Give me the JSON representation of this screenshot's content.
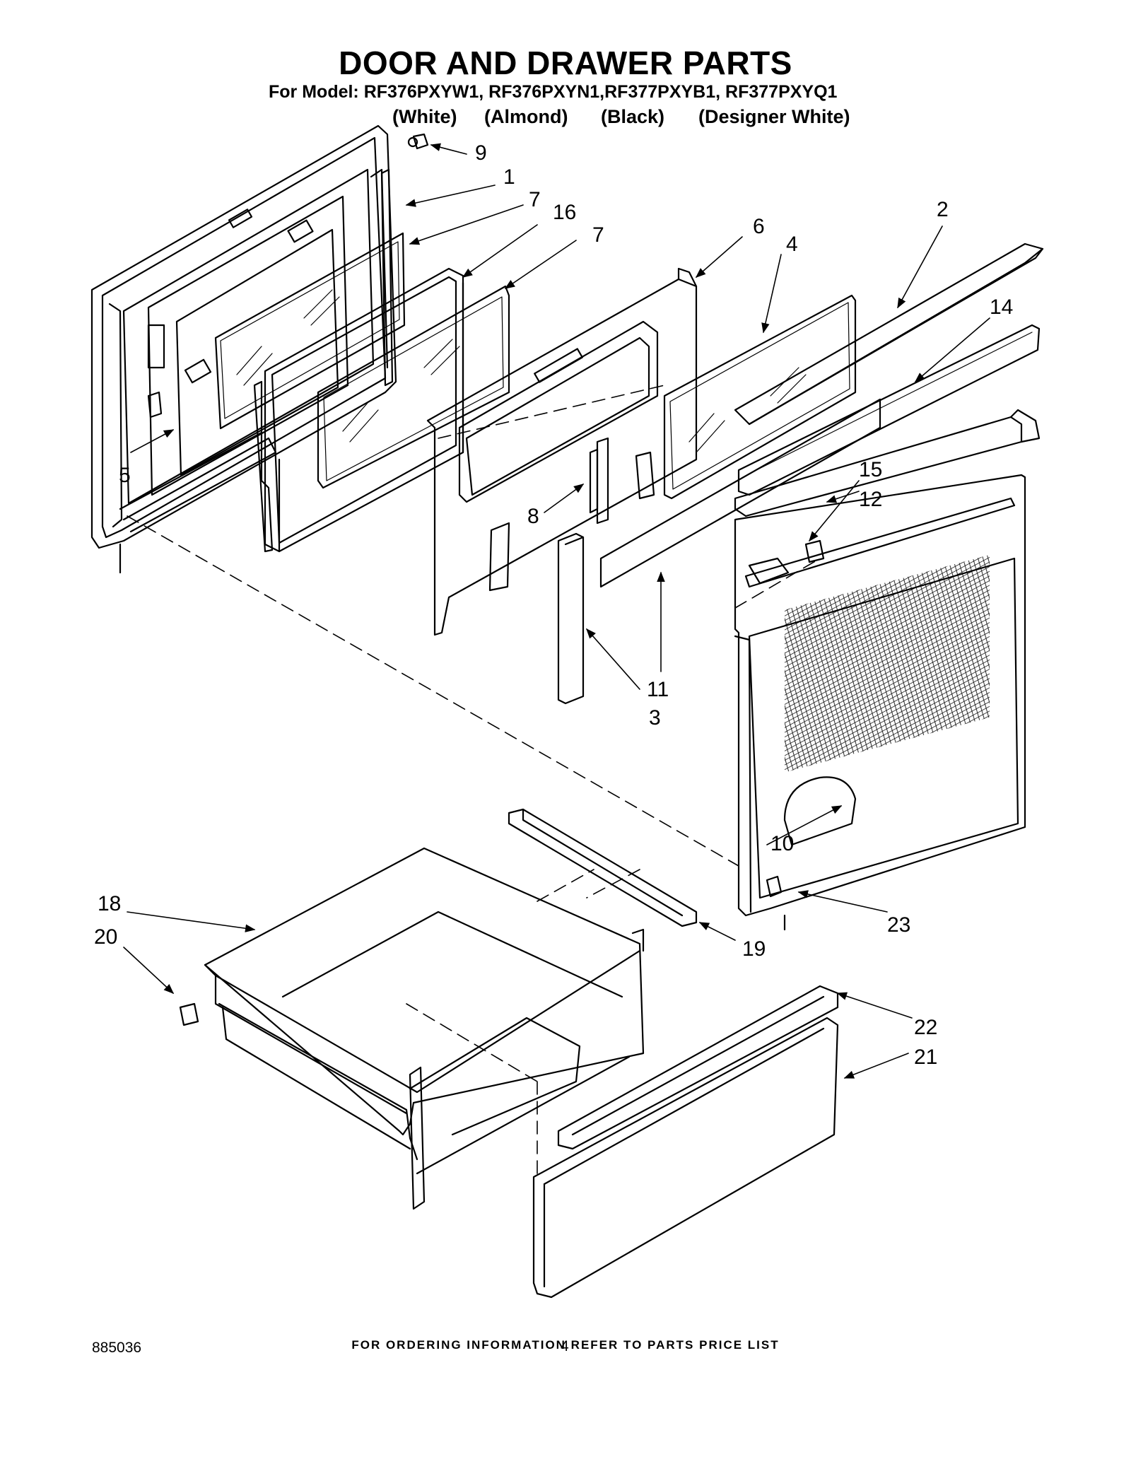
{
  "header": {
    "title": "DOOR AND DRAWER PARTS",
    "models": "For Model: RF376PXYW1, RF376PXYN1,RF377PXYB1, RF377PXYQ1",
    "colors": [
      "(White)",
      "(Almond)",
      "(Black)",
      "(Designer White)"
    ]
  },
  "callouts": [
    {
      "id": "c9",
      "label": "9"
    },
    {
      "id": "c1",
      "label": "1"
    },
    {
      "id": "c7a",
      "label": "7"
    },
    {
      "id": "c16",
      "label": "16"
    },
    {
      "id": "c7b",
      "label": "7"
    },
    {
      "id": "c6",
      "label": "6"
    },
    {
      "id": "c4",
      "label": "4"
    },
    {
      "id": "c2",
      "label": "2"
    },
    {
      "id": "c14",
      "label": "14"
    },
    {
      "id": "c15",
      "label": "15"
    },
    {
      "id": "c12",
      "label": "12"
    },
    {
      "id": "c5",
      "label": "5"
    },
    {
      "id": "c8",
      "label": "8"
    },
    {
      "id": "c11",
      "label": "11"
    },
    {
      "id": "c3",
      "label": "3"
    },
    {
      "id": "c10",
      "label": "10"
    },
    {
      "id": "c23",
      "label": "23"
    },
    {
      "id": "c18",
      "label": "18"
    },
    {
      "id": "c20",
      "label": "20"
    },
    {
      "id": "c19",
      "label": "19"
    },
    {
      "id": "c22",
      "label": "22"
    },
    {
      "id": "c21",
      "label": "21"
    }
  ],
  "footer": {
    "note": "FOR ORDERING INFORMATION REFER TO PARTS PRICE LIST",
    "doc_number": "885036",
    "page_number": "4"
  }
}
